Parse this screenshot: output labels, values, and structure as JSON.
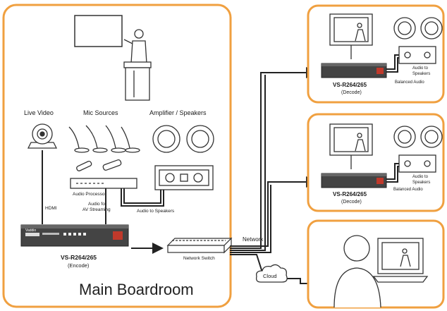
{
  "main_room": {
    "title": "Main Boardroom",
    "live_video_label": "Live Video",
    "mic_sources_label": "Mic Sources",
    "amp_speakers_label": "Amplifier / Speakers",
    "hdmi_label": "HDMI",
    "audio_processor_label": "Audio Processor",
    "audio_for_streaming_line1": "Audio for",
    "audio_for_streaming_line2": "AV Streaming",
    "audio_to_speakers_label": "Audio to Speakers",
    "encoder_brand": "Vaddio",
    "encoder_model": "VS-R264/265",
    "encoder_mode": "(Encode)"
  },
  "network": {
    "network_label": "Network",
    "switch_label": "Network Switch",
    "cloud_label": "Cloud"
  },
  "remote_room_1": {
    "decoder_model": "VS-R264/265",
    "decoder_mode": "(Decode)",
    "audio_to_speakers_line1": "Audio to",
    "audio_to_speakers_line2": "Speakers",
    "balanced_audio_label": "Balanced Audio"
  },
  "remote_room_2": {
    "decoder_model": "VS-R264/265",
    "decoder_mode": "(Decode)",
    "audio_to_speakers_line1": "Audio to",
    "audio_to_speakers_line2": "Speakers",
    "balanced_audio_label": "Balanced Audio"
  },
  "colors": {
    "room_border": "#f0a040",
    "line": "#222222",
    "device_body": "#3a3a3a",
    "device_accent": "#c0392b"
  }
}
